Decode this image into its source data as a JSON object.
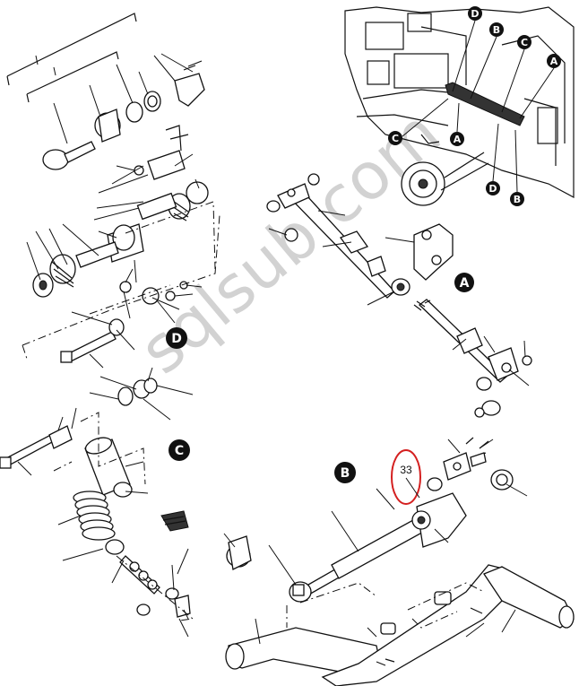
{
  "watermark": "sqlsub.com",
  "callout": {
    "number": "33",
    "highlight_color": "#d42020"
  },
  "detail_markers": {
    "a": "A",
    "b": "B",
    "c": "C",
    "d": "D"
  },
  "location_markers": {
    "top": [
      "D",
      "B",
      "C",
      "A"
    ],
    "bottom": [
      "C",
      "A",
      "D",
      "B"
    ]
  },
  "colors": {
    "line": "#111111",
    "marker_fill": "#111111",
    "watermark": "#d2d2d2"
  }
}
